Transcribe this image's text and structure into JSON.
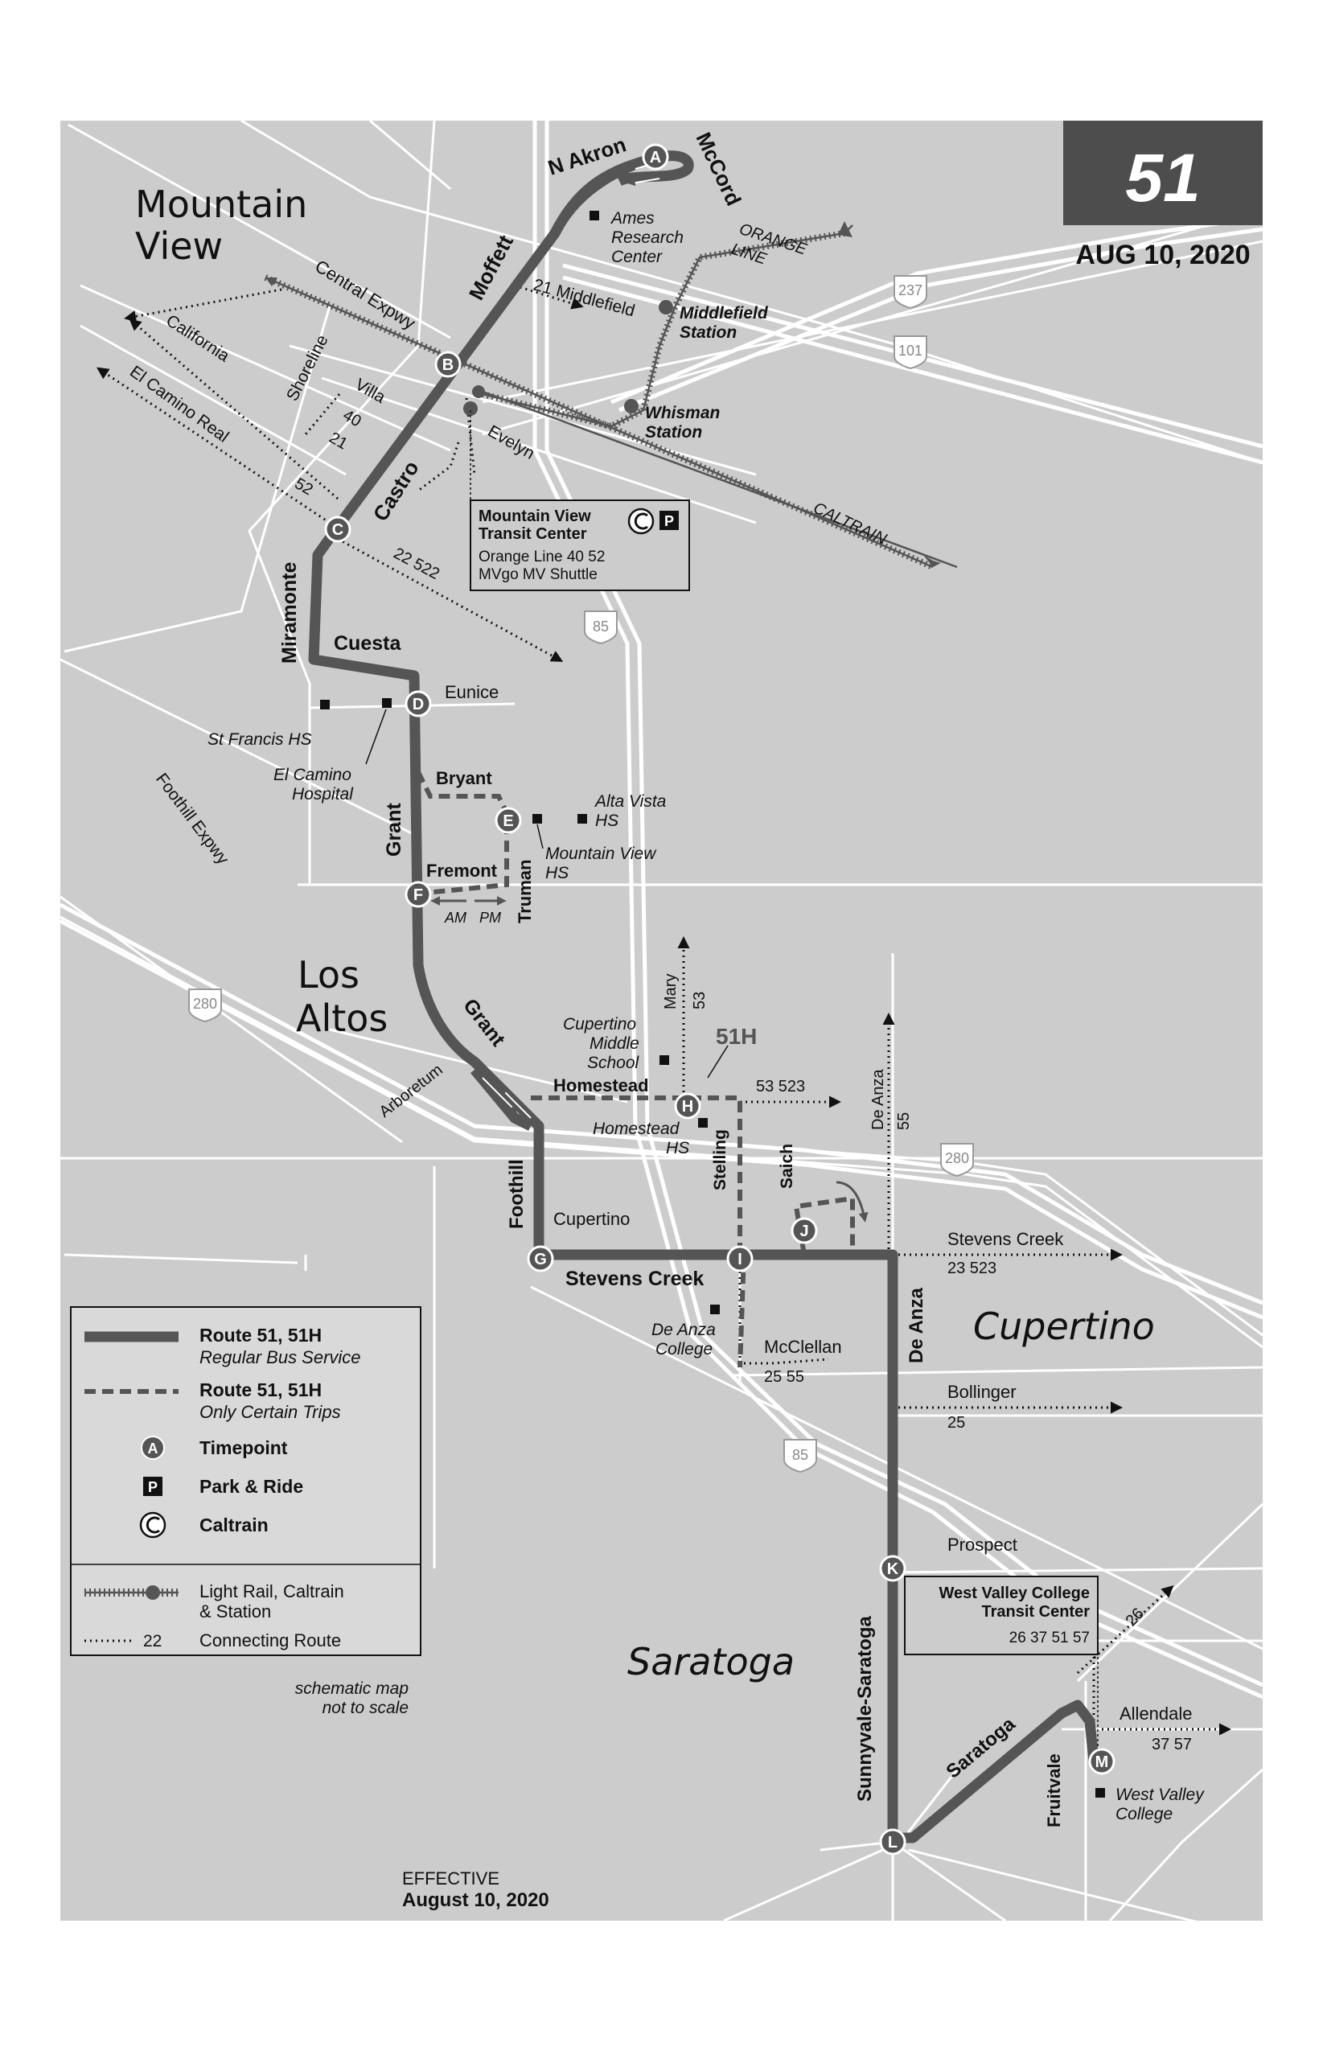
{
  "header": {
    "route_number": "51",
    "date": "AUG 10, 2020"
  },
  "colors": {
    "background": "#cccccc",
    "route": "#555555",
    "header_box": "#4d4d4d",
    "road": "#ffffff",
    "connecting": "#111111"
  },
  "cities": {
    "mountain_view_1": "Mountain",
    "mountain_view_2": "View",
    "los_altos_1": "Los",
    "los_altos_2": "Altos",
    "cupertino": "Cupertino",
    "saratoga": "Saratoga"
  },
  "timepoints": {
    "a": "A",
    "b": "B",
    "c": "C",
    "d": "D",
    "e": "E",
    "f": "F",
    "g": "G",
    "h": "H",
    "i": "I",
    "j": "J",
    "k": "K",
    "l": "L",
    "m": "M"
  },
  "streets": {
    "n_akron": "N Akron",
    "mccord": "McCord",
    "moffett": "Moffett",
    "middlefield": "21 Middlefield",
    "orange_line_1": "ORANGE",
    "orange_line_2": "LINE",
    "central_expwy": "Central Expwy",
    "shoreline": "Shoreline",
    "california": "California",
    "villa": "Villa",
    "el_camino": "El Camino Real",
    "evelyn": "Evelyn",
    "castro": "Castro",
    "caltrain": "CALTRAIN",
    "miramonte": "Miramonte",
    "cuesta": "Cuesta",
    "eunice": "Eunice",
    "bryant": "Bryant",
    "grant": "Grant",
    "grant2": "Grant",
    "fremont": "Fremont",
    "truman": "Truman",
    "am": "AM",
    "pm": "PM",
    "foothill_expwy": "Foothill Expwy",
    "arboretum": "Arboretum",
    "homestead": "Homestead",
    "mary": "Mary",
    "stelling": "Stelling",
    "saich": "Saich",
    "de_anza_upper": "De Anza",
    "foothill": "Foothill",
    "cupertino_rd": "Cupertino",
    "stevens_creek": "Stevens Creek",
    "stevens_creek_conn": "Stevens Creek",
    "mcclellan": "McClellan",
    "de_anza": "De Anza",
    "bollinger": "Bollinger",
    "prospect": "Prospect",
    "sunnyvale_saratoga": "Sunnyvale-Saratoga",
    "saratoga": "Saratoga",
    "fruitvale": "Fruitvale",
    "allendale": "Allendale"
  },
  "route_numbers": {
    "r40": "40",
    "r21": "21",
    "r52": "52",
    "r22_522": "22  522",
    "r53": "53",
    "r55": "55",
    "r53_523": "53  523",
    "r23_523": "23  523",
    "r25_55": "25  55",
    "r25": "25",
    "r26": "26",
    "r37_57": "37  57",
    "label_51h": "51H"
  },
  "highways": {
    "h237": "237",
    "h101": "101",
    "h85_north": "85",
    "h280_west": "280",
    "h280_east": "280",
    "h85_south": "85"
  },
  "landmarks": {
    "ames_1": "Ames",
    "ames_2": "Research",
    "ames_3": "Center",
    "middlefield_station_1": "Middlefield",
    "middlefield_station_2": "Station",
    "whisman_1": "Whisman",
    "whisman_2": "Station",
    "st_francis": "St Francis HS",
    "el_camino_hosp_1": "El Camino",
    "el_camino_hosp_2": "Hospital",
    "alta_vista_1": "Alta Vista",
    "alta_vista_2": "HS",
    "mv_hs_1": "Mountain View",
    "mv_hs_2": "HS",
    "cupertino_ms_1": "Cupertino",
    "cupertino_ms_2": "Middle",
    "cupertino_ms_3": "School",
    "homestead_hs_1": "Homestead",
    "homestead_hs_2": "HS",
    "de_anza_college_1": "De Anza",
    "de_anza_college_2": "College",
    "wvc_1": "West Valley",
    "wvc_2": "College"
  },
  "mv_transit_center": {
    "title_1": "Mountain View",
    "title_2": "Transit Center",
    "line_1": "Orange Line  40  52",
    "line_2": "MVgo  MV Shuttle",
    "caltrain_icon": "caltrain-icon",
    "park_icon": "park-and-ride-icon"
  },
  "wvc_transit_center": {
    "title_1": "West Valley College",
    "title_2": "Transit Center",
    "routes": "26  37  51  57"
  },
  "legend": {
    "route_solid_title": "Route 51, 51H",
    "route_solid_sub": "Regular Bus Service",
    "route_dashed_title": "Route 51, 51H",
    "route_dashed_sub": "Only Certain Trips",
    "timepoint_symbol": "A",
    "timepoint": "Timepoint",
    "park_symbol": "P",
    "park_ride": "Park & Ride",
    "caltrain": "Caltrain",
    "light_rail_1": "Light Rail, Caltrain",
    "light_rail_2": "& Station",
    "connecting_num": "22",
    "connecting": "Connecting Route"
  },
  "notes": {
    "schematic_1": "schematic map",
    "schematic_2": "not to scale",
    "effective_1": "EFFECTIVE",
    "effective_2": "August 10, 2020"
  }
}
